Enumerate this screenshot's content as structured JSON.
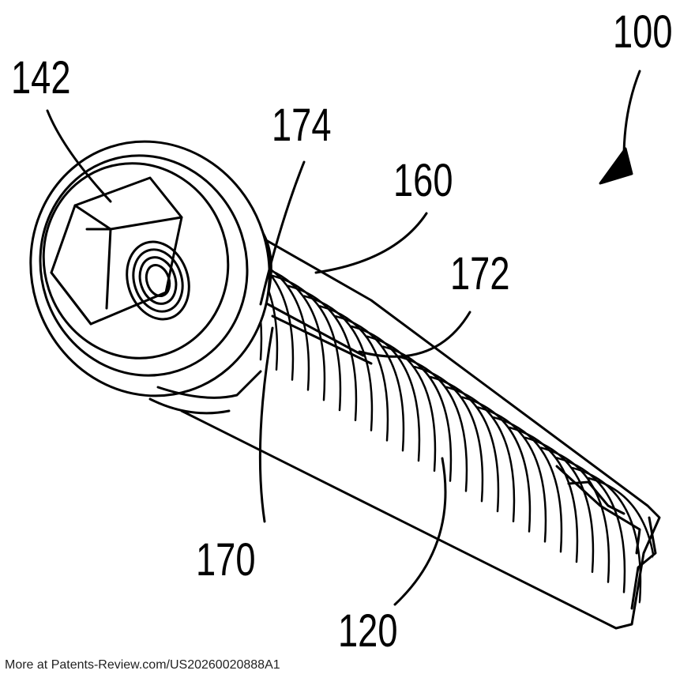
{
  "labels": {
    "r100": "100",
    "r142": "142",
    "r174": "174",
    "r160": "160",
    "r172": "172",
    "r170": "170",
    "r120": "120"
  },
  "footer": "More at Patents-Review.com/US20260020888A1",
  "colors": {
    "line": "#000000",
    "background": "#ffffff"
  }
}
